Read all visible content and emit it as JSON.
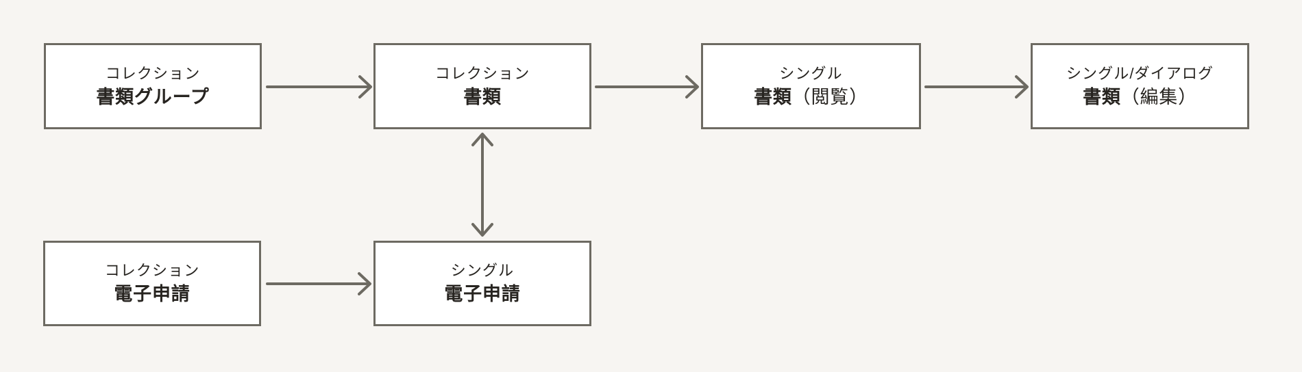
{
  "theme": {
    "background": "#f7f5f2",
    "box_fill": "#ffffff",
    "box_border": "#6d6a62",
    "text_color": "#272420"
  },
  "diagram": {
    "type": "flow-diagram",
    "nodes": [
      {
        "id": "doc-group",
        "type_label": "コレクション",
        "name": "書類グループ",
        "name_suffix": ""
      },
      {
        "id": "doc",
        "type_label": "コレクション",
        "name": "書類",
        "name_suffix": ""
      },
      {
        "id": "doc-view",
        "type_label": "シングル",
        "name": "書類",
        "name_suffix": "（閲覧）"
      },
      {
        "id": "doc-edit",
        "type_label": "シングル/ダイアログ",
        "name": "書類",
        "name_suffix": "（編集）"
      },
      {
        "id": "eapp-collection",
        "type_label": "コレクション",
        "name": "電子申請",
        "name_suffix": ""
      },
      {
        "id": "eapp-single",
        "type_label": "シングル",
        "name": "電子申請",
        "name_suffix": ""
      }
    ],
    "edges": [
      {
        "from": "doc-group",
        "to": "doc",
        "direction": "right"
      },
      {
        "from": "doc",
        "to": "doc-view",
        "direction": "right"
      },
      {
        "from": "doc-view",
        "to": "doc-edit",
        "direction": "right"
      },
      {
        "from": "doc",
        "to": "eapp-single",
        "direction": "both"
      },
      {
        "from": "eapp-collection",
        "to": "eapp-single",
        "direction": "right"
      }
    ]
  }
}
